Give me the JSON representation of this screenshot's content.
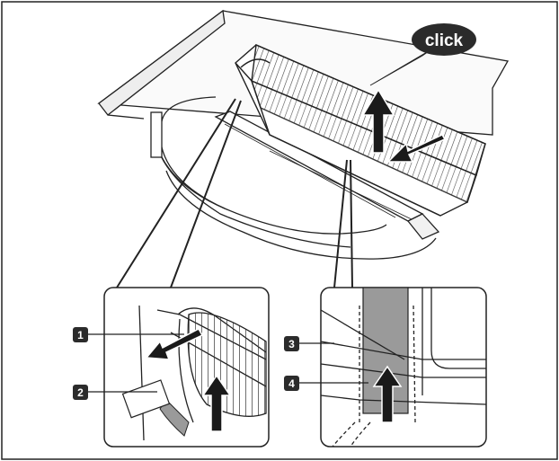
{
  "callout": {
    "text": "click"
  },
  "labels": [
    {
      "id": "label-1",
      "text": "1"
    },
    {
      "id": "label-2",
      "text": "2"
    },
    {
      "id": "label-3",
      "text": "3"
    },
    {
      "id": "label-4",
      "text": "4"
    }
  ],
  "colors": {
    "line": "#222222",
    "badge": "#2b2b2b",
    "shade": "#9a9a9a",
    "arrow": "#1a1a1a"
  }
}
